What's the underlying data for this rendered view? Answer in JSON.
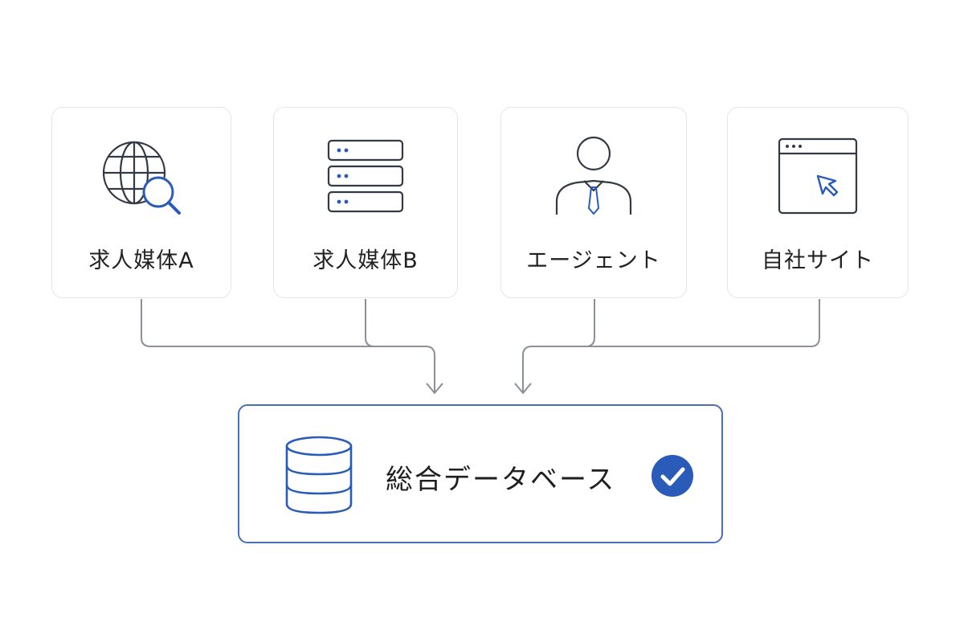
{
  "sources": [
    {
      "label": "求人媒体A",
      "icon": "globe-search-icon"
    },
    {
      "label": "求人媒体B",
      "icon": "server-stack-icon"
    },
    {
      "label": "エージェント",
      "icon": "person-tie-icon"
    },
    {
      "label": "自社サイト",
      "icon": "browser-cursor-icon"
    }
  ],
  "destination": {
    "label": "総合データベース",
    "icon": "database-icon",
    "status_icon": "check-circle-icon"
  },
  "colors": {
    "icon_stroke": "#333a45",
    "accent": "#2a5bb8",
    "card_border": "#e3e5ea",
    "connector": "#8a8f99",
    "db_border": "#4a6fb5"
  }
}
